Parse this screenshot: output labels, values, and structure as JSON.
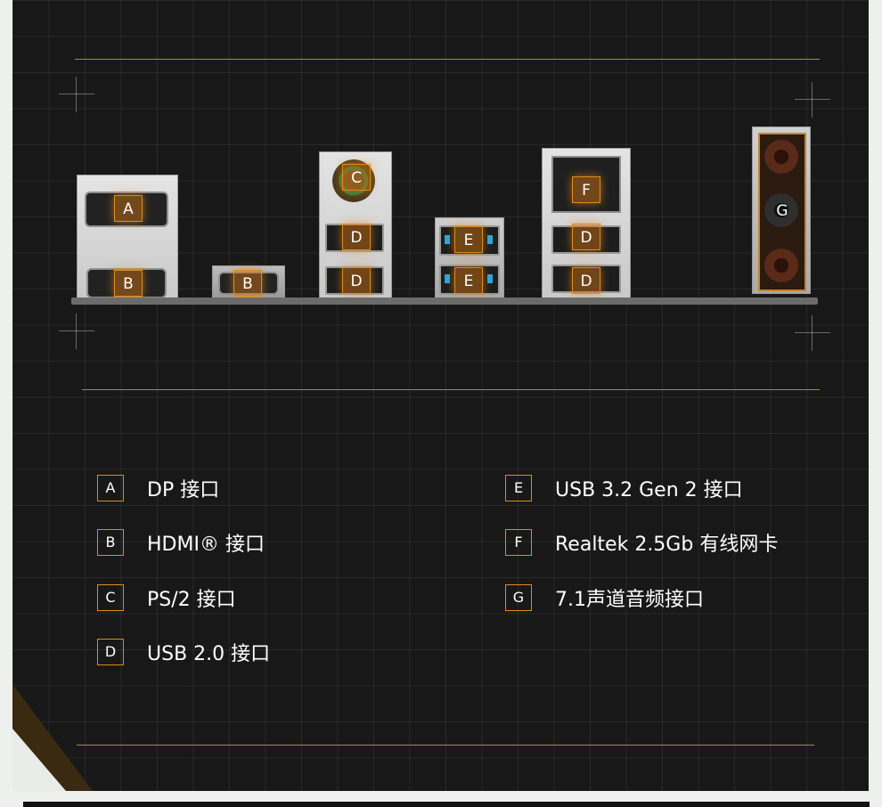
{
  "ports": [
    {
      "id": "A",
      "label": "A",
      "description": "DP 接口"
    },
    {
      "id": "B",
      "label": "B",
      "description": "HDMI® 接口"
    },
    {
      "id": "C",
      "label": "C",
      "description": "PS/2 接口"
    },
    {
      "id": "D",
      "label": "D",
      "description": "USB 2.0 接口"
    },
    {
      "id": "E",
      "label": "E",
      "description": "USB 3.2 Gen 2 接口"
    },
    {
      "id": "F",
      "label": "F",
      "description": "Realtek 2.5Gb 有线网卡"
    },
    {
      "id": "G",
      "label": "G",
      "description": "7.1声道音频接口"
    }
  ],
  "colors": {
    "background": "#181818",
    "accent": "#e08a1c",
    "rule": "#b5823a",
    "text": "#ffffff",
    "usb3_blue": "#2aa7d8"
  }
}
